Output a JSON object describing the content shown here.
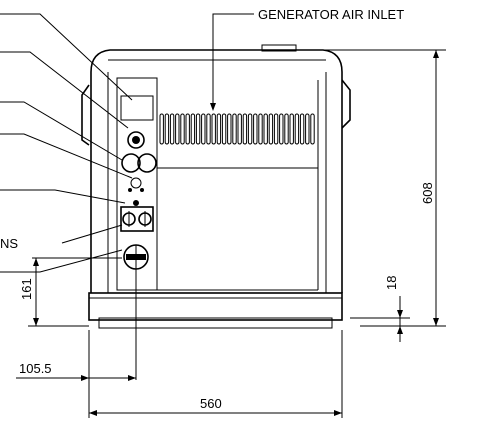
{
  "labels": {
    "generator_air_inlet": "GENERATOR AIR INLET",
    "connections_partial": "NS"
  },
  "dimensions": {
    "height_total": "608",
    "height_left": "161",
    "base_offset": "18",
    "side_offset": "105.5",
    "width_total": "560"
  },
  "icons": [
    "fuse-icon",
    "socket-icon",
    "switch-icon",
    "outlet-icon"
  ]
}
